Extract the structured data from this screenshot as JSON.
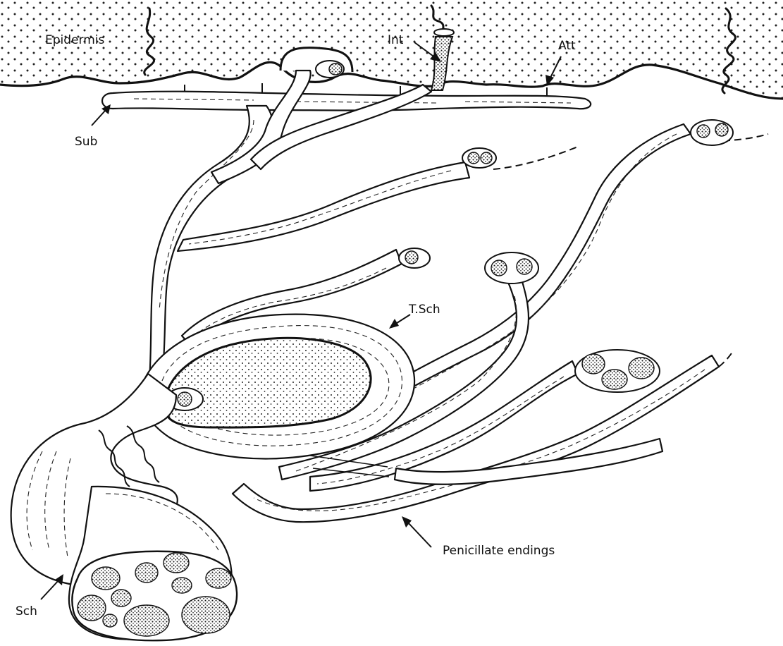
{
  "labels": {
    "epidermis": "Epidermis",
    "int": "Int",
    "att": "Att",
    "sub": "Sub",
    "tsch": "T.Sch",
    "penicillate": "Penicillate endings",
    "sch": "Sch"
  },
  "colors": {
    "ink": "#111111",
    "paper": "#ffffff"
  }
}
